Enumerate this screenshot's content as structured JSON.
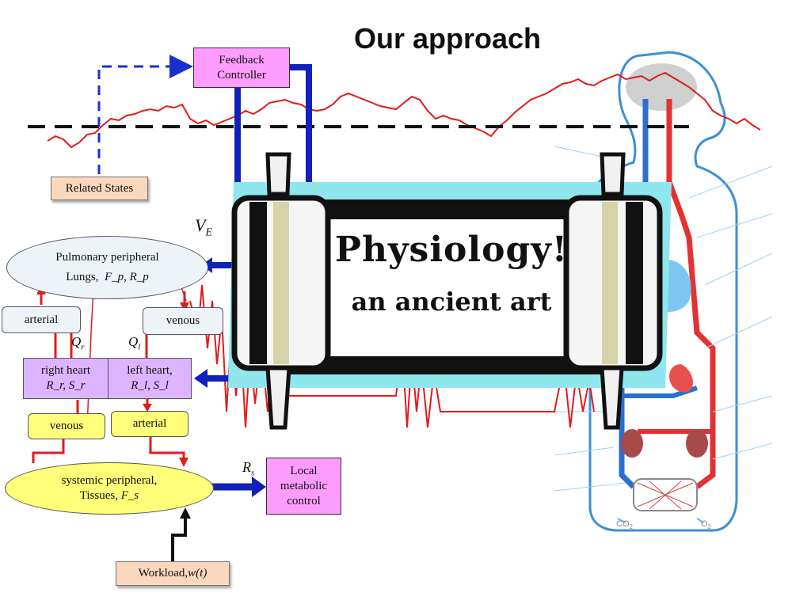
{
  "title": "Our approach",
  "feedback_controller": "Feedback Controller",
  "related_states": "Related States",
  "ve_symbol": "V",
  "ve_sub": "E",
  "pulmonary_line1": "Pulmonary peripheral",
  "pulmonary_line2": "Lungs,",
  "pulmonary_params": "F_p, R_p",
  "arterial_top": "arterial",
  "venous_top": "venous",
  "qr_symbol": "Q",
  "qr_sub": "r",
  "ql_symbol": "Q",
  "ql_sub": "l",
  "right_heart_line1": "right heart",
  "right_heart_params": "R_r, S_r",
  "left_heart_line1": "left heart,",
  "left_heart_params": "R_l, S_l",
  "venous_bottom": "venous",
  "arterial_bottom": "arterial",
  "systemic_line1": "systemic peripheral,",
  "systemic_line2": "Tissues,",
  "systemic_param": "F_s",
  "rs_symbol": "R",
  "rs_sub": "s",
  "local_metabolic": "Local metabolic control",
  "workload": "Workload,",
  "workload_fn": "w(t)",
  "scroll_line1": "Physiology!",
  "scroll_line2": "an ancient art",
  "co2_label": "CO",
  "co2_sub": "2",
  "o2_label": "O",
  "o2_sub": "2"
}
